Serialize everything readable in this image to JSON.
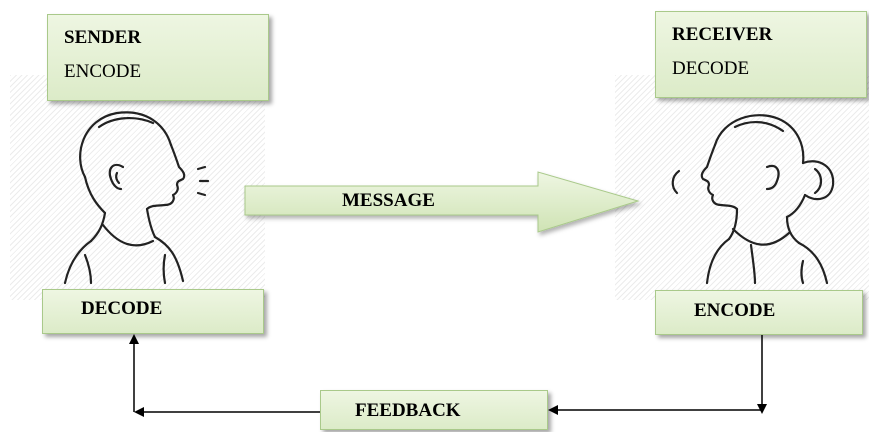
{
  "sender": {
    "title": "SENDER",
    "subtitle": "ENCODE",
    "bottom": "DECODE"
  },
  "receiver": {
    "title": "RECEIVER",
    "subtitle": "DECODE",
    "bottom": "ENCODE"
  },
  "message": {
    "label": "MESSAGE"
  },
  "feedback": {
    "label": "FEEDBACK"
  },
  "colors": {
    "box_fill_top": "#eef6e2",
    "box_fill_bottom": "#dcebc8",
    "box_border": "#a9c98a"
  }
}
